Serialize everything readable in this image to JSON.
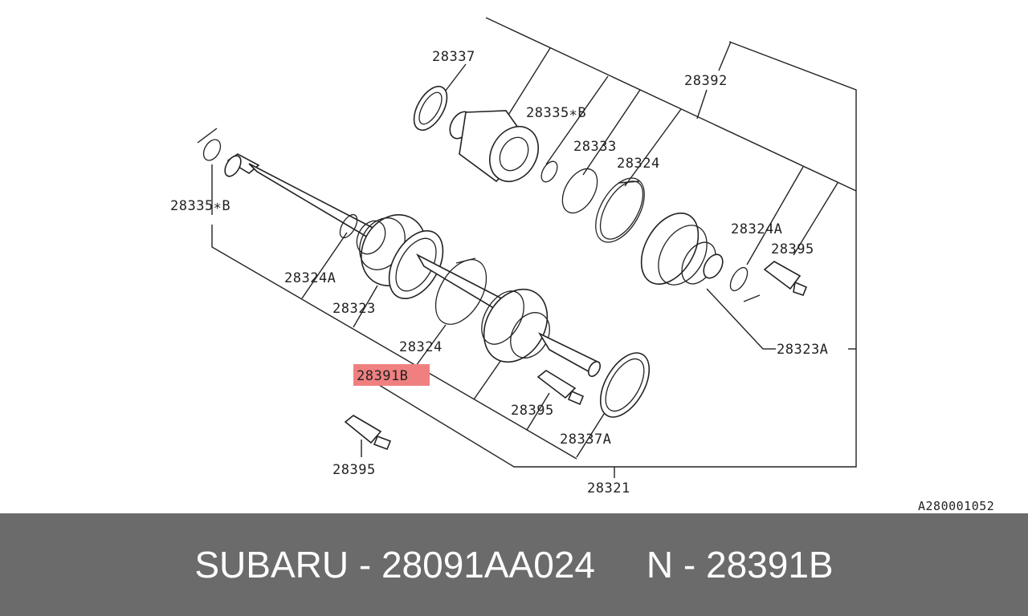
{
  "diagram": {
    "part_labels": [
      "28337",
      "28335∗B",
      "28333",
      "28324",
      "28392",
      "28335∗B",
      "28324A",
      "28323",
      "28324",
      "28391B",
      "28395",
      "28337A",
      "28395",
      "28321",
      "28324A",
      "28395",
      "28323A"
    ],
    "highlighted_label": "28391B",
    "highlight_color": "#f08080",
    "reference_code": "A280001052"
  },
  "footer": {
    "brand_part": "SUBARU - 28091AA024",
    "note": "N - 28391B",
    "background_color": "#6b6b6b"
  }
}
